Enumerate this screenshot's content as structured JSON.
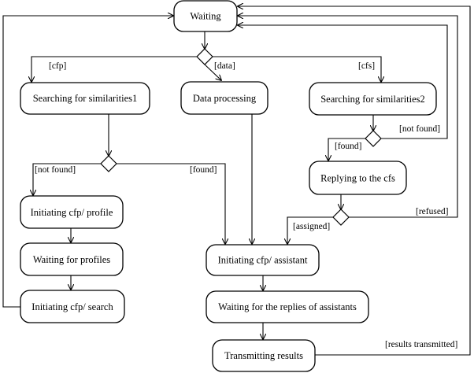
{
  "states": {
    "waiting": "Waiting",
    "search1": "Searching for similarities1",
    "data_processing": "Data processing",
    "search2": "Searching for similarities2",
    "replying": "Replying to the cfs",
    "init_profile": "Initiating cfp/ profile",
    "wait_profiles": "Waiting for profiles",
    "init_search": "Initiating cfp/ search",
    "init_assistant": "Initiating cfp/ assistant",
    "wait_assistants": "Waiting for the replies of assistants",
    "transmitting": "Transmitting results"
  },
  "guards": {
    "cfp": "[cfp]",
    "data": "[data]",
    "cfs": "[cfs]",
    "not_found_left": "[not found]",
    "found_left": "[found]",
    "not_found_right": "[not found]",
    "found_right": "[found]",
    "assigned": "[assigned]",
    "refused": "[refused]",
    "results_transmitted": "[results transmitted]"
  }
}
